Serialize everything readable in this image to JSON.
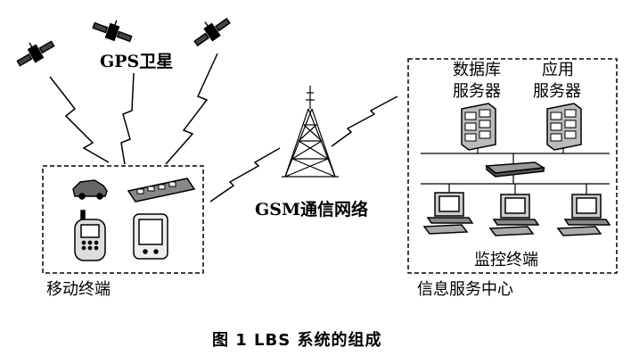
{
  "labels": {
    "gps_satellite": "GPS卫星",
    "gsm_network": "GSM通信网络",
    "database_server_line1": "数据库",
    "database_server_line2": "服务器",
    "app_server_line1": "应用",
    "app_server_line2": "服务器",
    "monitoring_terminal": "监控终端",
    "mobile_terminal": "移动终端",
    "info_service_center": "信息服务中心"
  },
  "caption": "图 1   LBS 系统的组成",
  "icons": [
    "satellite-icon",
    "cell-tower-icon",
    "car-icon",
    "gps-receiver-icon",
    "handheld-phone-icon",
    "pda-icon",
    "server-icon",
    "network-switch-icon",
    "computer-terminal-icon",
    "lightning-link-icon"
  ],
  "colors": {
    "ink": "#000000",
    "background": "#ffffff"
  }
}
